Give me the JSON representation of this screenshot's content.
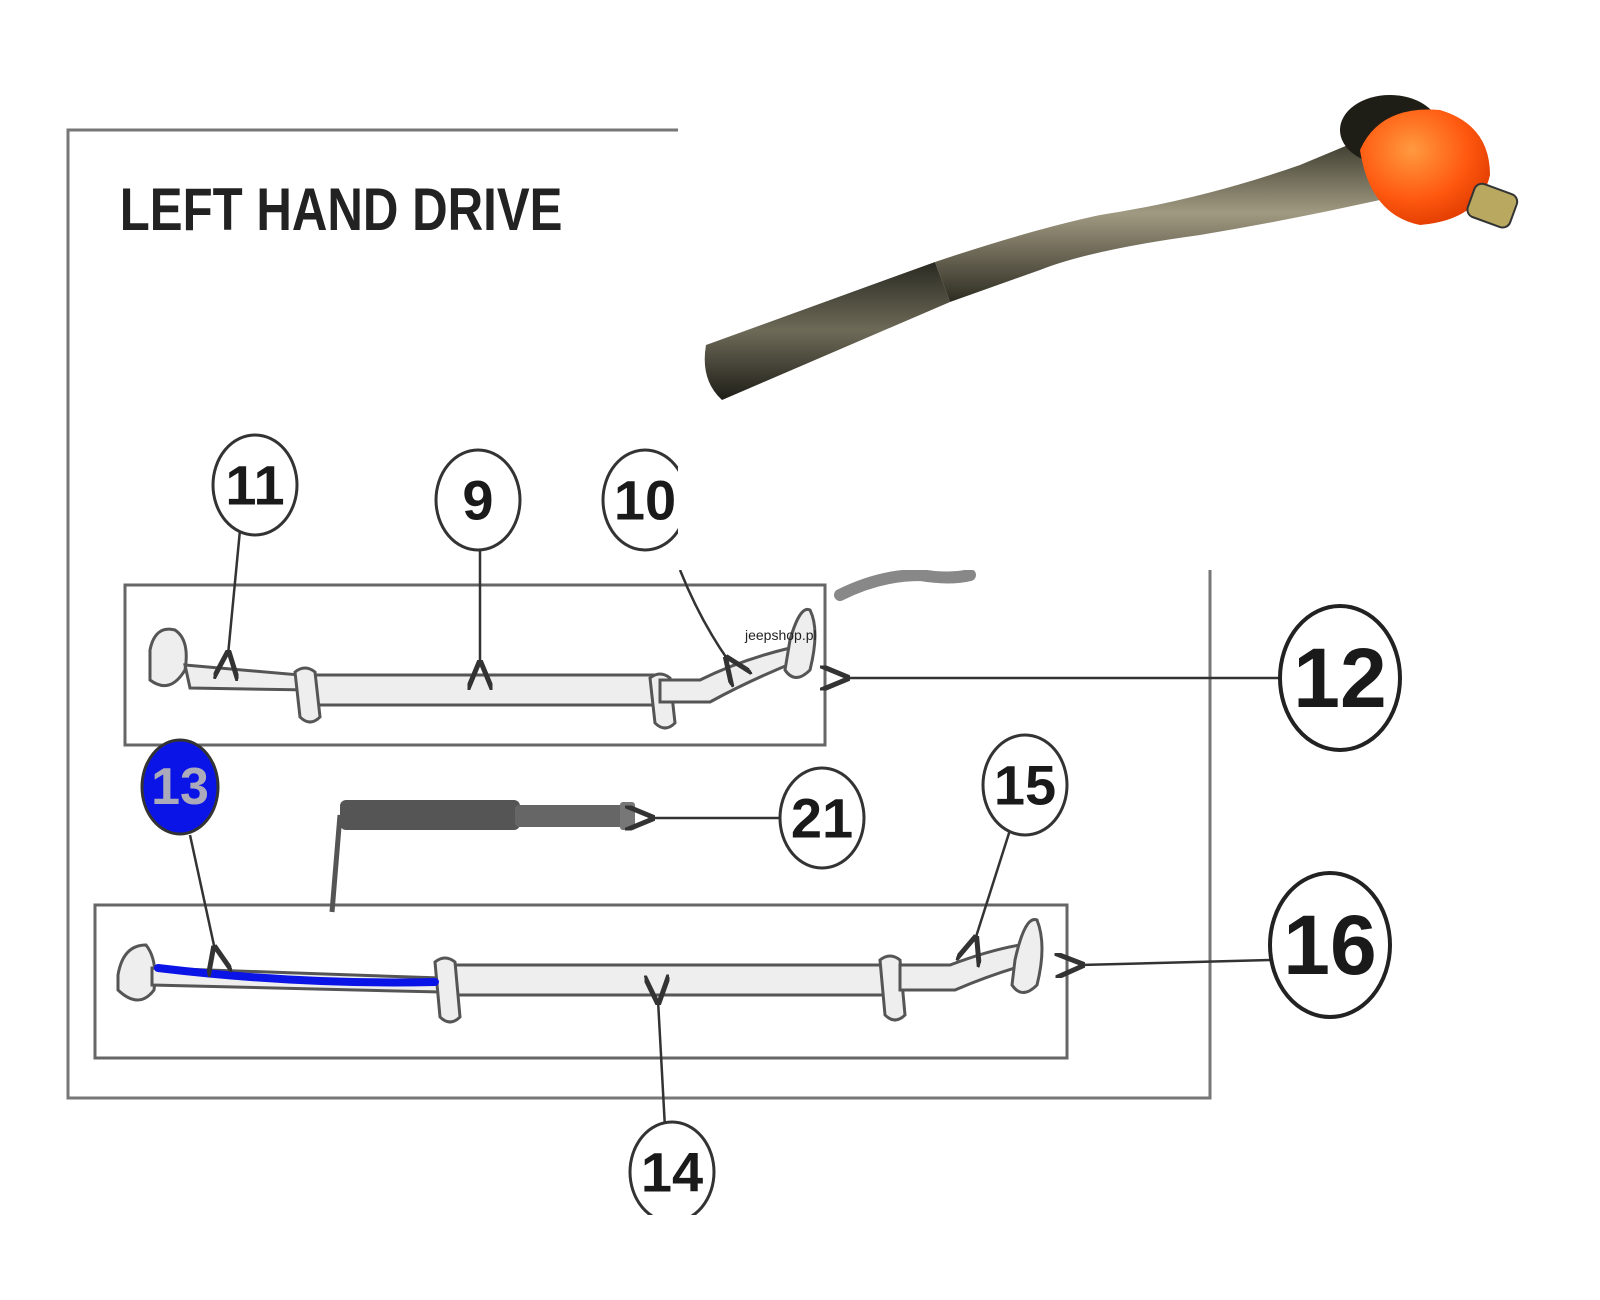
{
  "diagram": {
    "title": "LEFT HAND DRIVE",
    "watermark": "jeepshop.pl",
    "highlight_color": "#0a14e6",
    "boot_color": "#ff5a10",
    "callouts": {
      "c9": "9",
      "c10": "10",
      "c11": "11",
      "c12": "12",
      "c13": "13",
      "c14": "14",
      "c15": "15",
      "c16": "16",
      "c21": "21"
    }
  }
}
